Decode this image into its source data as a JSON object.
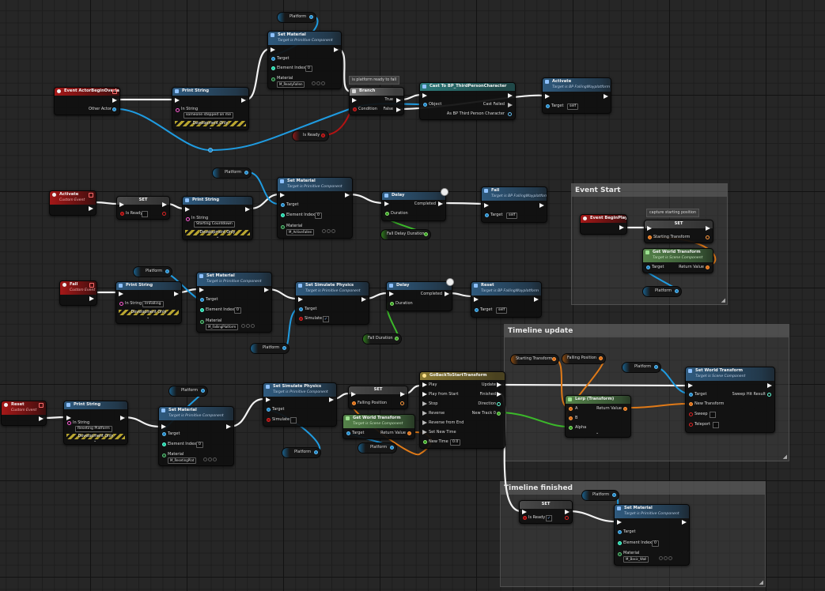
{
  "comments": {
    "event_start": "Event Start",
    "timeline_update": "Timeline update",
    "timeline_finished": "Timeline finished"
  },
  "tooltips": {
    "platform_ready": "is platform ready to fall",
    "capture": "capture starting position"
  },
  "nodes": {
    "begin_overlap": {
      "title": "Event ActorBeginOverlap",
      "other_actor": "Other Actor"
    },
    "print1": {
      "title": "Print String",
      "in_string_label": "In String",
      "in_string": "someone stepped on me",
      "dev": "Development Only"
    },
    "set_mat1": {
      "title": "Set Material",
      "subtitle": "Target is Primitive Component",
      "target": "Target",
      "element_index": "Element Index",
      "element_value": "0",
      "material": "Material",
      "material_value": "M_ReadyFallen"
    },
    "branch": {
      "title": "Branch",
      "condition": "Condition",
      "true": "True",
      "false": "False"
    },
    "cast": {
      "title": "Cast To BP_ThirdPersonCharacter",
      "object": "Object",
      "cast_failed": "Cast Failed",
      "as": "As BP Third Person Character"
    },
    "activate1": {
      "title": "Activate",
      "subtitle": "Target is BP FallingWayplatform",
      "target": "Target",
      "target_value": "self"
    },
    "activate_evt": {
      "title": "Activate",
      "subtitle": "Custom Event"
    },
    "set_ready1": {
      "title": "SET",
      "var": "Is Ready"
    },
    "print2": {
      "title": "Print String",
      "in_string_label": "In String",
      "in_string": "Starting Countdown",
      "dev": "Development Only"
    },
    "set_mat2": {
      "title": "Set Material",
      "subtitle": "Target is Primitive Component",
      "target": "Target",
      "element_index": "Element Index",
      "element_value": "0",
      "material": "Material",
      "material_value": "M_ActiveFallen"
    },
    "delay1": {
      "title": "Delay",
      "completed": "Completed",
      "duration": "Duration"
    },
    "fall_call": {
      "title": "Fall",
      "subtitle": "Target is BP FallingWayplatform",
      "target": "Target",
      "target_value": "self"
    },
    "begin_play": {
      "title": "Event BeginPlay"
    },
    "set_start": {
      "title": "SET",
      "var": "Starting Transform"
    },
    "get_wt1": {
      "title": "Get World Transform",
      "subtitle": "Target is Scene Component",
      "target": "Target",
      "return": "Return Value"
    },
    "fall_evt": {
      "title": "Fall",
      "subtitle": "Custom Event"
    },
    "print3": {
      "title": "Print String",
      "in_string_label": "In String",
      "in_string": "ImFalling",
      "dev": "Development Only"
    },
    "set_mat3": {
      "title": "Set Material",
      "subtitle": "Target is Primitive Component",
      "target": "Target",
      "element_index": "Element Index",
      "element_value": "0",
      "material": "Material",
      "material_value": "M_FallingPlatform"
    },
    "sim1": {
      "title": "Set Simulate Physics",
      "subtitle": "Target is Primitive Component",
      "target": "Target",
      "simulate": "Simulate"
    },
    "delay2": {
      "title": "Delay",
      "completed": "Completed",
      "duration": "Duration"
    },
    "reset_call": {
      "title": "Reset",
      "subtitle": "Target is BP FallingWayplatform",
      "target": "Target",
      "target_value": "self"
    },
    "reset_evt": {
      "title": "Reset",
      "subtitle": "Custom Event"
    },
    "print4": {
      "title": "Print String",
      "in_string_label": "In String",
      "in_string": "Reseting Platform",
      "dev": "Development Only"
    },
    "set_mat4": {
      "title": "Set Material",
      "subtitle": "Target is Primitive Component",
      "target": "Target",
      "element_index": "Element Index",
      "element_value": "0",
      "material": "Material",
      "material_value": "M_ResetingPlat"
    },
    "sim2": {
      "title": "Set Simulate Physics",
      "subtitle": "Target is Primitive Component",
      "target": "Target",
      "simulate": "Simulate"
    },
    "set_fall": {
      "title": "SET",
      "var": "Falling Position"
    },
    "get_wt2": {
      "title": "Get World Transform",
      "subtitle": "Target is Scene Component",
      "target": "Target",
      "return": "Return Value"
    },
    "timeline": {
      "title": "GoBackToStartTransform",
      "play": "Play",
      "play_start": "Play from Start",
      "stop": "Stop",
      "reverse": "Reverse",
      "reverse_end": "Reverse from End",
      "set_new_time": "Set New Time",
      "new_time": "New Time",
      "new_time_value": "0.0",
      "update": "Update",
      "finished": "Finished",
      "direction": "Direction",
      "track": "New Track 0"
    },
    "lerp": {
      "title": "Lerp (Transform)",
      "a": "A",
      "b": "B",
      "alpha": "Alpha",
      "return": "Return Value"
    },
    "set_wt": {
      "title": "Set World Transform",
      "subtitle": "Target is Scene Component",
      "target": "Target",
      "new_transform": "New Transform",
      "sweep": "Sweep",
      "teleport": "Teleport",
      "sweep_hit": "Sweep Hit Result"
    },
    "set_ready2": {
      "title": "SET",
      "var": "Is Ready"
    },
    "set_mat5": {
      "title": "Set Material",
      "subtitle": "Target is Primitive Component",
      "target": "Target",
      "element_index": "Element Index",
      "element_value": "0",
      "material": "Material",
      "material_value": "M_Basic_Wall"
    }
  },
  "vars": {
    "platform": "Platform",
    "is_ready": "Is Ready",
    "fall_delay": "Fall Delay Duration",
    "fall_duration": "Fall Duration",
    "starting_transform": "Starting Transform",
    "falling_position": "Falling Position"
  }
}
